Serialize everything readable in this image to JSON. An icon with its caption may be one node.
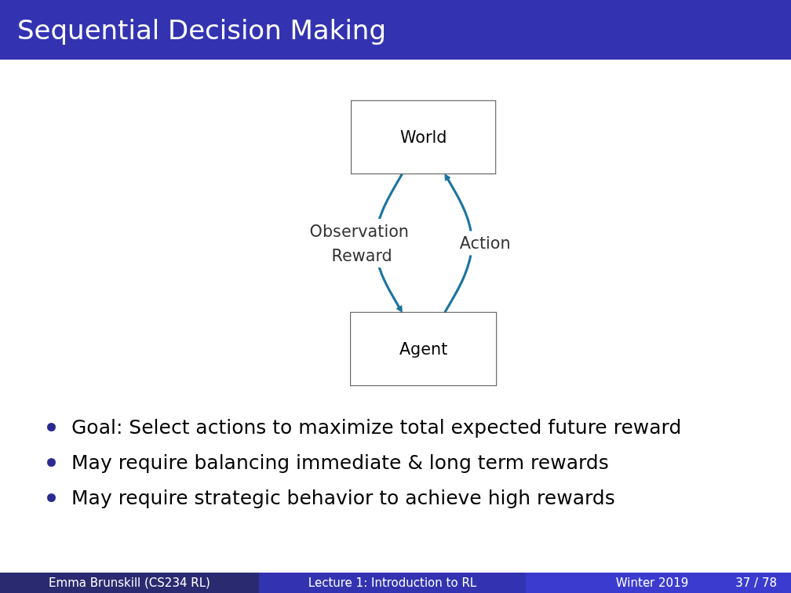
{
  "diagram": {
    "title": "Sequential Decision Making",
    "nodes": [
      {
        "text": [
          "World"
        ]
      },
      {
        "text": [
          "Agent"
        ]
      }
    ],
    "edges": [
      {
        "from": 0,
        "to": 1,
        "arrow": "to",
        "label": "Observation Reward"
      },
      {
        "from": 1,
        "to": 0,
        "arrow": "to",
        "label": "Action"
      }
    ],
    "labels": [
      "Goal: Select actions to maximize total expected future reward",
      "May require balancing immediate & long term rewards",
      "May require strategic behavior to achieve high rewards",
      "Emma Brunskill (CS234 RL)",
      "Lecture 1: Introduction to RL",
      "Winter 2019",
      "37 / 78"
    ]
  }
}
